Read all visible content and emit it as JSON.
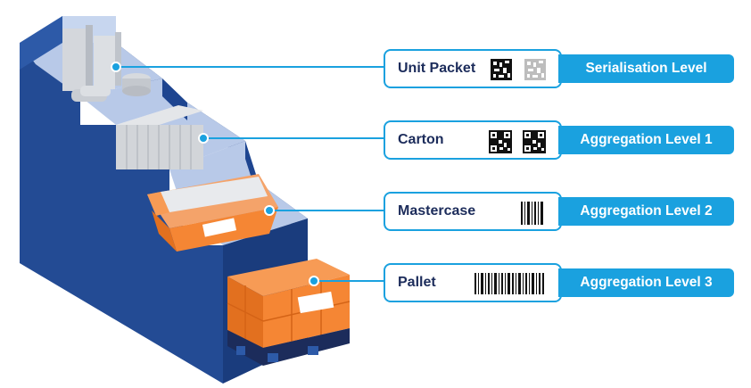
{
  "rows": [
    {
      "name": "Unit Packet",
      "level": "Serialisation Level",
      "code": "datamatrix-pair"
    },
    {
      "name": "Carton",
      "level": "Aggregation Level 1",
      "code": "qr-pair"
    },
    {
      "name": "Mastercase",
      "level": "Aggregation Level 2",
      "code": "barcode-short"
    },
    {
      "name": "Pallet",
      "level": "Aggregation Level 3",
      "code": "barcode-long"
    }
  ],
  "colors": {
    "accent": "#1aa1df",
    "navy": "#1c2c5b",
    "stair_front": "#234b94",
    "stair_top": "#b8c9e8",
    "box_orange": "#f58634"
  }
}
